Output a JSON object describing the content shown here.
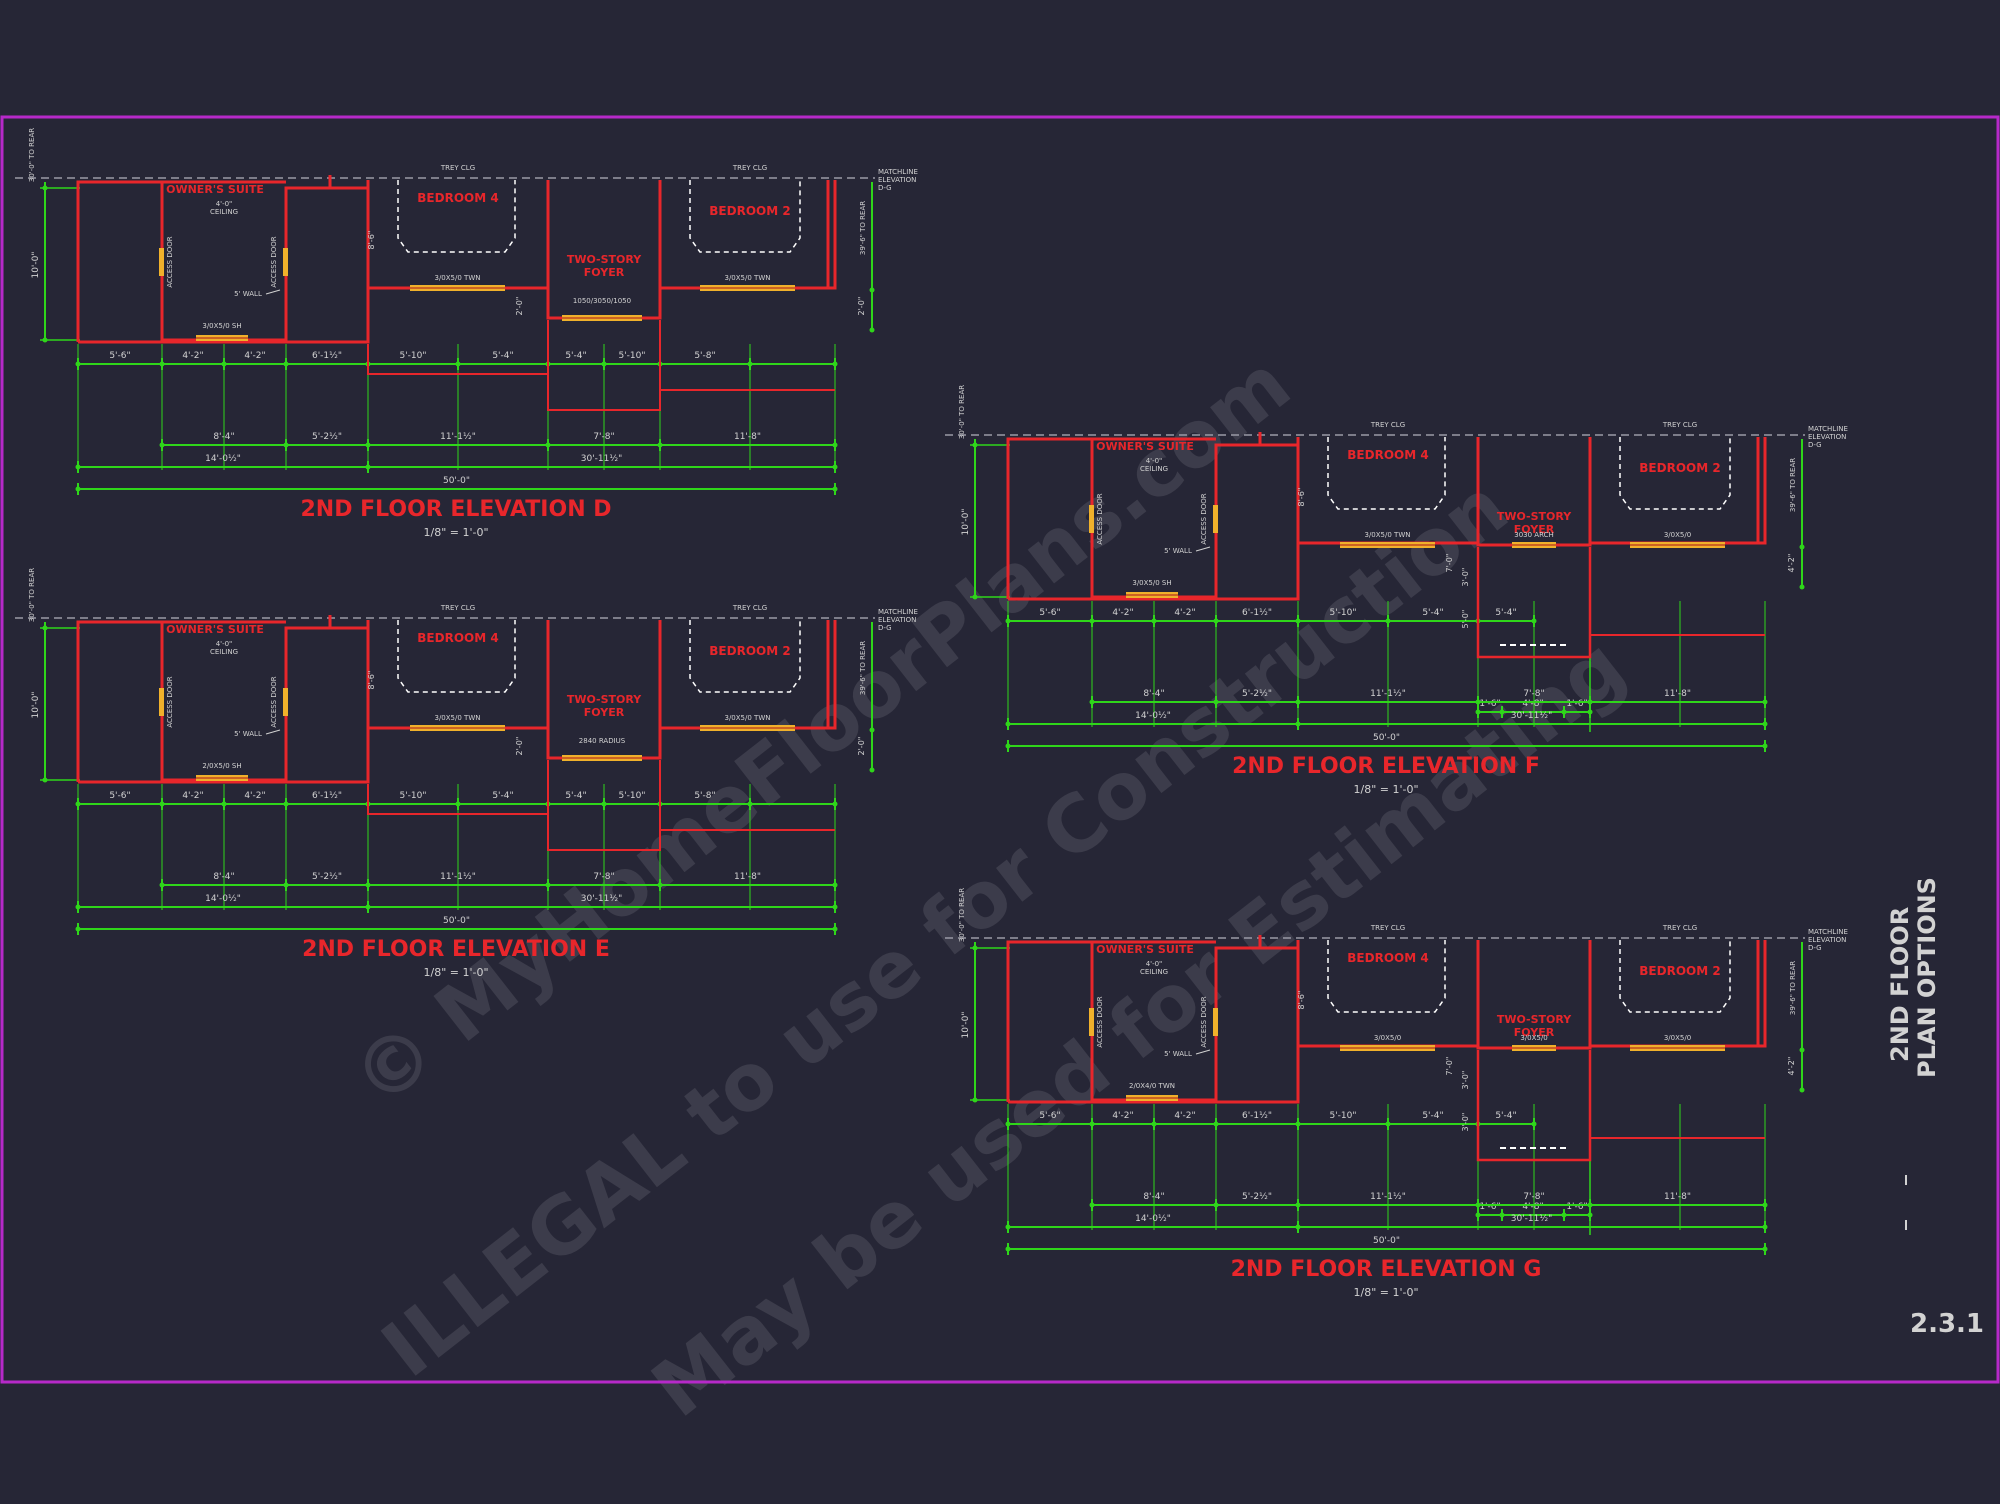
{
  "sheet": {
    "title_line1": "2ND FLOOR",
    "title_line2": "PLAN OPTIONS",
    "number": "2.3.1",
    "watermark_line1": "© MyHomeFloorPlans.com",
    "watermark_line2": "ILLEGAL to use for Construction",
    "watermark_line3": "May be used for Estimating"
  },
  "colors": {
    "wall": "#e8262b",
    "dim": "#2fd61a",
    "window": "#f0b12b",
    "note": "#d2d2d2",
    "border": "#b629c9",
    "background": "#262636"
  },
  "elevations": [
    {
      "id": "D",
      "title": "2ND FLOOR ELEVATION D",
      "scale": "1/8\" = 1'-0\"",
      "rooms": {
        "owners": "OWNER'S SUITE",
        "bed4": "BEDROOM 4",
        "bed2": "BEDROOM 2",
        "foyer1": "TWO-STORY",
        "foyer2": "FOYER"
      },
      "notes": {
        "ceiling1": "4'-0\"",
        "ceiling2": "CEILING",
        "trey1": "TREY CLG",
        "trey2": "TREY CLG",
        "access1": "ACCESS DOOR",
        "access2": "ACCESS DOOR",
        "wall": "5' WALL",
        "win_owner": "3/0X5/0 SH",
        "win_bed4": "3/0X5/0 TWN",
        "win_bed2": "3/0X5/0 TWN",
        "win_foyer": "1050/3050/1050",
        "matchline1": "MATCHLINE",
        "matchline2": "ELEVATION",
        "matchline3": "D-G",
        "rear_left": "30'-0\" TO REAR",
        "rear_right": "39'-6\" TO REAR",
        "height": "10'-0\"",
        "short1": "8'-6\"",
        "short2": "2'-0\"",
        "short3": "2'-0\""
      },
      "dims": {
        "r1": [
          "5'-6\"",
          "4'-2\"",
          "4'-2\"",
          "6'-1½\"",
          "5'-10\"",
          "5'-4\"",
          "5'-4\"",
          "5'-10\"",
          "5'-8\""
        ],
        "r2": [
          "8'-4\"",
          "5'-2½\"",
          "11'-1½\"",
          "7'-8\"",
          "11'-8\""
        ],
        "r3": [
          "14'-0½\"",
          "30'-11½\""
        ],
        "r4": "50'-0\""
      }
    },
    {
      "id": "E",
      "title": "2ND FLOOR ELEVATION E",
      "scale": "1/8\" = 1'-0\"",
      "rooms": {
        "owners": "OWNER'S SUITE",
        "bed4": "BEDROOM 4",
        "bed2": "BEDROOM 2",
        "foyer1": "TWO-STORY",
        "foyer2": "FOYER"
      },
      "notes": {
        "ceiling1": "4'-0\"",
        "ceiling2": "CEILING",
        "trey1": "TREY CLG",
        "trey2": "TREY CLG",
        "access1": "ACCESS DOOR",
        "access2": "ACCESS DOOR",
        "wall": "5' WALL",
        "win_owner": "2/0X5/0 SH",
        "win_bed4": "3/0X5/0 TWN",
        "win_bed2": "3/0X5/0 TWN",
        "win_foyer": "2840 RADIUS",
        "matchline1": "MATCHLINE",
        "matchline2": "ELEVATION",
        "matchline3": "D-G",
        "rear_left": "30'-0\" TO REAR",
        "rear_right": "39'-6\" TO REAR",
        "height": "10'-0\"",
        "short1": "8'-6\"",
        "short2": "2'-0\"",
        "short3": "2'-0\""
      },
      "dims": {
        "r1": [
          "5'-6\"",
          "4'-2\"",
          "4'-2\"",
          "6'-1½\"",
          "5'-10\"",
          "5'-4\"",
          "5'-4\"",
          "5'-10\"",
          "5'-8\""
        ],
        "r2": [
          "8'-4\"",
          "5'-2½\"",
          "11'-1½\"",
          "7'-8\"",
          "11'-8\""
        ],
        "r3": [
          "14'-0½\"",
          "30'-11½\""
        ],
        "r4": "50'-0\""
      }
    },
    {
      "id": "F",
      "title": "2ND FLOOR ELEVATION F",
      "scale": "1/8\" = 1'-0\"",
      "rooms": {
        "owners": "OWNER'S SUITE",
        "bed4": "BEDROOM 4",
        "bed2": "BEDROOM 2",
        "foyer1": "TWO-STORY",
        "foyer2": "FOYER"
      },
      "notes": {
        "ceiling1": "4'-0\"",
        "ceiling2": "CEILING",
        "trey1": "TREY CLG",
        "trey2": "TREY CLG",
        "access1": "ACCESS DOOR",
        "access2": "ACCESS DOOR",
        "wall": "5' WALL",
        "win_owner": "3/0X5/0 SH",
        "win_bed4": "3/0X5/0 TWN",
        "win_bed2": "3/0X5/0",
        "win_foyer": "3030 ARCH",
        "matchline1": "MATCHLINE",
        "matchline2": "ELEVATION",
        "matchline3": "D-G",
        "rear_left": "30'-0\" TO REAR",
        "rear_right": "39'-6\" TO REAR",
        "height": "10'-0\"",
        "short1": "8'-6\"",
        "short2": "4'-2\"",
        "short3": "7'-0\""
      },
      "dims": {
        "r1": [
          "5'-6\"",
          "4'-2\"",
          "4'-2\"",
          "6'-1½\"",
          "5'-10\"",
          "5'-4\"",
          "5'-4\""
        ],
        "r1b": [
          "1'-6\"",
          "4'-8\"",
          "1'-6\""
        ],
        "r2": [
          "8'-4\"",
          "5'-2½\"",
          "11'-1½\"",
          "7'-8\"",
          "11'-8\""
        ],
        "r3": [
          "14'-0½\"",
          "30'-11½\""
        ],
        "r4": "50'-0\"",
        "vert": [
          "3'-0\"",
          "5'-0\""
        ]
      }
    },
    {
      "id": "G",
      "title": "2ND FLOOR ELEVATION G",
      "scale": "1/8\" = 1'-0\"",
      "rooms": {
        "owners": "OWNER'S SUITE",
        "bed4": "BEDROOM 4",
        "bed2": "BEDROOM 2",
        "foyer1": "TWO-STORY",
        "foyer2": "FOYER"
      },
      "notes": {
        "ceiling1": "4'-0\"",
        "ceiling2": "CEILING",
        "trey1": "TREY CLG",
        "trey2": "TREY CLG",
        "access1": "ACCESS DOOR",
        "access2": "ACCESS DOOR",
        "wall": "5' WALL",
        "win_owner": "2/0X4/0 TWN",
        "win_bed4": "3/0X5/0",
        "win_bed2": "3/0X5/0",
        "win_foyer": "3/0X5/0",
        "matchline1": "MATCHLINE",
        "matchline2": "ELEVATION",
        "matchline3": "D-G",
        "rear_left": "30'-0\" TO REAR",
        "rear_right": "39'-6\" TO REAR",
        "height": "10'-0\"",
        "short1": "8'-6\"",
        "short2": "4'-2\"",
        "short3": "7'-0\""
      },
      "dims": {
        "r1": [
          "5'-6\"",
          "4'-2\"",
          "4'-2\"",
          "6'-1½\"",
          "5'-10\"",
          "5'-4\"",
          "5'-4\""
        ],
        "r1b": [
          "1'-6\"",
          "4'-8\"",
          "1'-6\""
        ],
        "r2": [
          "8'-4\"",
          "5'-2½\"",
          "11'-1½\"",
          "7'-8\"",
          "11'-8\""
        ],
        "r3": [
          "14'-0½\"",
          "30'-11½\""
        ],
        "r4": "50'-0\"",
        "vert": [
          "3'-0\"",
          "3'-0\""
        ]
      }
    }
  ]
}
